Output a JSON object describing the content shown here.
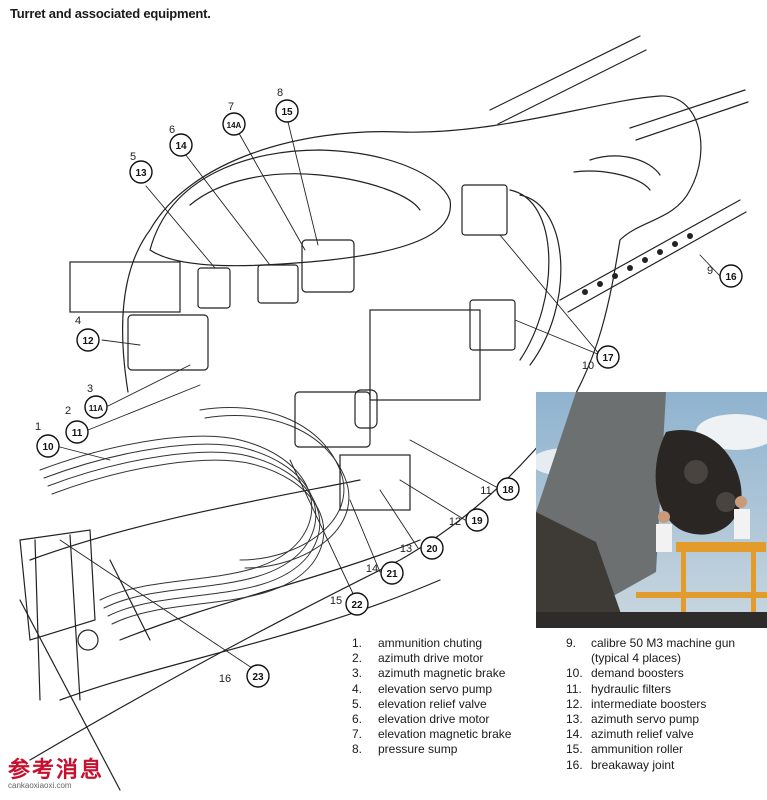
{
  "title": "Turret and associated equipment.",
  "callouts": {
    "plain": [
      "1",
      "2",
      "3",
      "4",
      "5",
      "6",
      "7",
      "8",
      "9",
      "10",
      "11",
      "12",
      "13",
      "14",
      "15",
      "16"
    ],
    "circled": [
      "10",
      "11",
      "11A",
      "12",
      "13",
      "14",
      "14A",
      "15",
      "16",
      "17",
      "18",
      "19",
      "20",
      "21",
      "22",
      "23"
    ]
  },
  "legend_left": [
    {
      "num": "1.",
      "text": "ammunition chuting"
    },
    {
      "num": "2.",
      "text": "azimuth drive motor"
    },
    {
      "num": "3.",
      "text": "azimuth magnetic brake"
    },
    {
      "num": "4.",
      "text": "elevation servo pump"
    },
    {
      "num": "5.",
      "text": "elevation relief valve"
    },
    {
      "num": "6.",
      "text": "elevation drive motor"
    },
    {
      "num": "7.",
      "text": "elevation magnetic brake"
    },
    {
      "num": "8.",
      "text": "pressure sump"
    }
  ],
  "legend_right": [
    {
      "num": "9.",
      "text": "calibre 50 M3 machine gun"
    },
    {
      "num": "",
      "text": "(typical 4 places)"
    },
    {
      "num": "10.",
      "text": "demand boosters"
    },
    {
      "num": "11.",
      "text": "hydraulic filters"
    },
    {
      "num": "12.",
      "text": "intermediate boosters"
    },
    {
      "num": "13.",
      "text": "azimuth servo pump"
    },
    {
      "num": "14.",
      "text": "azimuth relief valve"
    },
    {
      "num": "15.",
      "text": "ammunition roller"
    },
    {
      "num": "16.",
      "text": "breakaway joint"
    }
  ],
  "watermark": {
    "text": "参考消息",
    "url": "cankaoxiaoxi.com"
  }
}
